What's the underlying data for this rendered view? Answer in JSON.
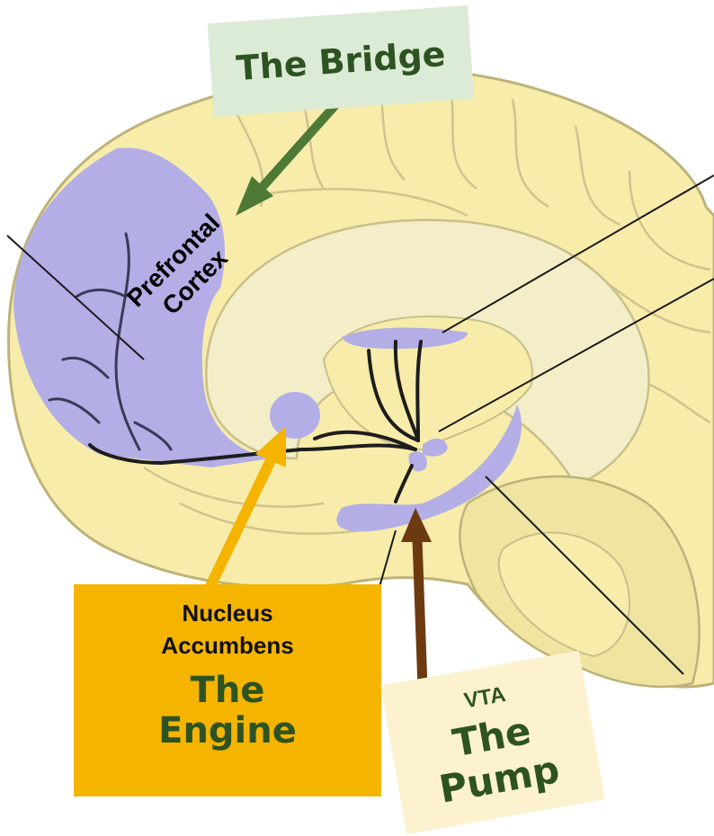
{
  "labels": {
    "bridge": "The Bridge",
    "prefrontal_line1": "Prefrontal",
    "prefrontal_line2": "Cortex",
    "nucleus_line1": "Nucleus",
    "nucleus_line2": "Accumbens",
    "engine_line1": "The",
    "engine_line2": "Engine",
    "vta": "VTA",
    "pump_line1": "The",
    "pump_line2": "Pump"
  },
  "colors": {
    "brain_fill": "#f7ecaa",
    "brain_outline": "#bdb27a",
    "highlight": "#b3aee6",
    "bridge_arrow": "#4e7a35",
    "engine_arrow": "#f4b400",
    "pump_arrow": "#6b3a10",
    "label_green": "#2e5322"
  }
}
